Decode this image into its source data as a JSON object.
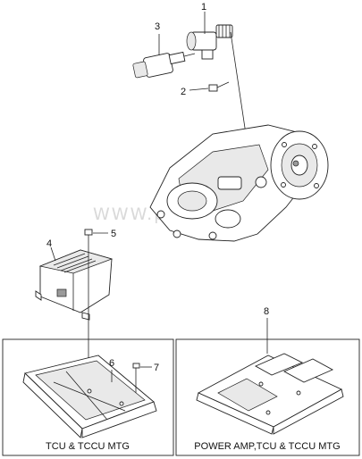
{
  "callouts": {
    "c1": "1",
    "c2": "2",
    "c3": "3",
    "c4": "4",
    "c5": "5",
    "c6": "6",
    "c7": "7",
    "c8": "8"
  },
  "captions": {
    "left_box": "TCU & TCCU MTG",
    "right_box": "POWER AMP,TCU & TCCU MTG"
  },
  "watermark": "WWW.parts.RU"
}
